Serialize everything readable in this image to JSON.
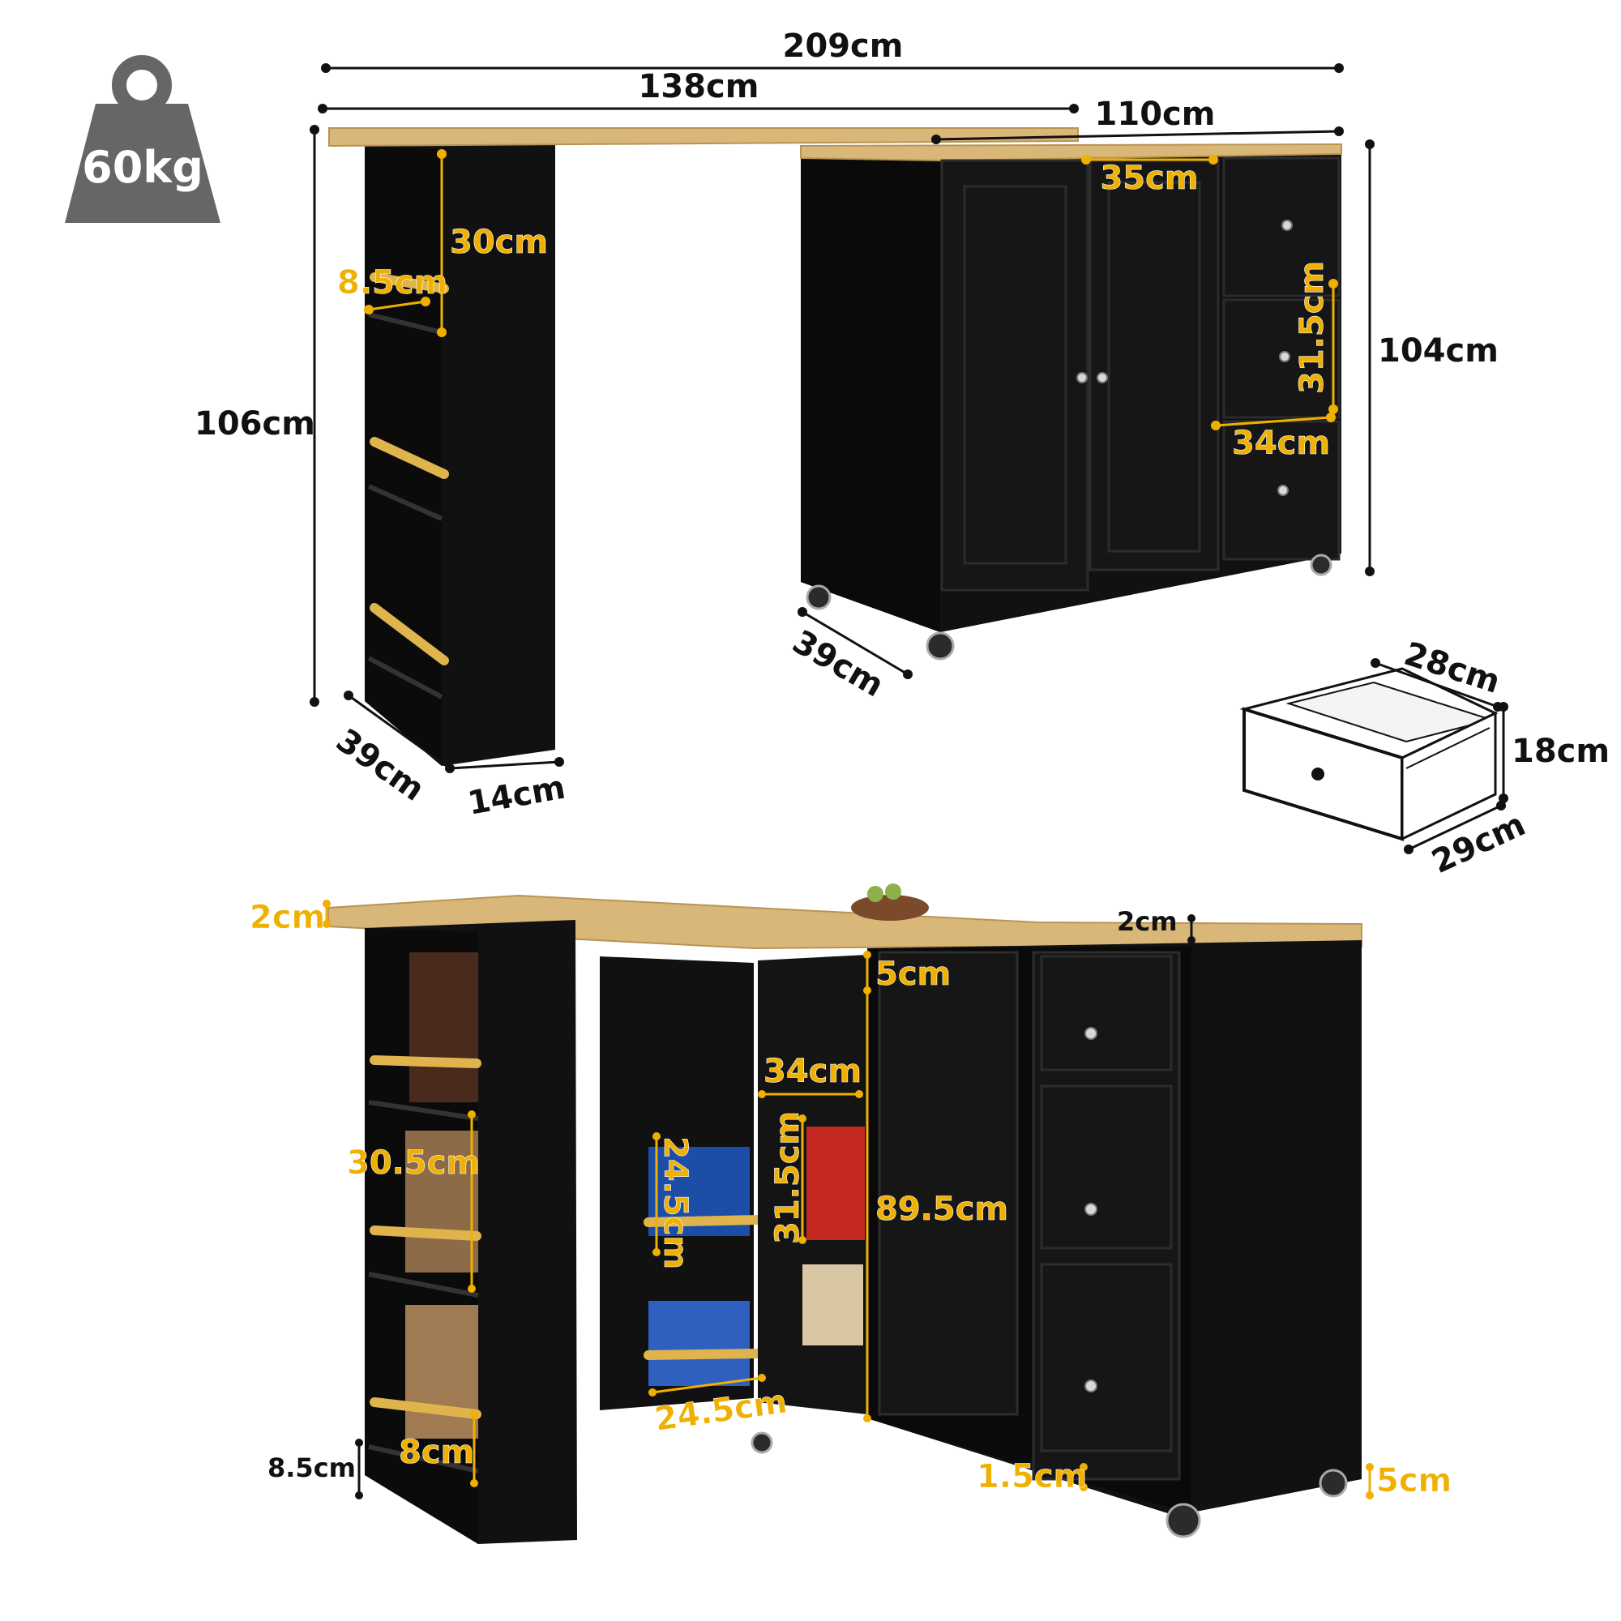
{
  "weight": {
    "value": "60kg",
    "icon": "weight-icon"
  },
  "top_view": {
    "total_length": "209cm",
    "top_length": "138cm",
    "cabinet_length": "110cm",
    "rack_height": "106cm",
    "cabinet_height": "104cm",
    "shelf_height": "30cm",
    "rail_offset": "8.5cm",
    "door_width": "35cm",
    "drawer_spacing": "31.5cm",
    "drawer_width": "34cm",
    "cabinet_depth": "39cm",
    "rack_depth": "39cm",
    "rack_width": "14cm"
  },
  "drawer_detail": {
    "depth": "28cm",
    "height": "18cm",
    "width": "29cm"
  },
  "bottom_view": {
    "top_thickness_left": "2cm",
    "top_thickness_right": "2cm",
    "door_gap": "5cm",
    "inner_shelf_width": "34cm",
    "rack_shelf_height": "30.5cm",
    "door_shelf_height": "24.5cm",
    "inner_shelf_height": "31.5cm",
    "interior_height": "89.5cm",
    "door_shelf_width": "24.5cm",
    "rack_base_height": "8.5cm",
    "rail_height": "8cm",
    "side_gap": "1.5cm",
    "wheel_height": "5cm"
  },
  "colors": {
    "accent": "#f0b000",
    "cabinet": "#111111",
    "wood": "#d9b779"
  }
}
